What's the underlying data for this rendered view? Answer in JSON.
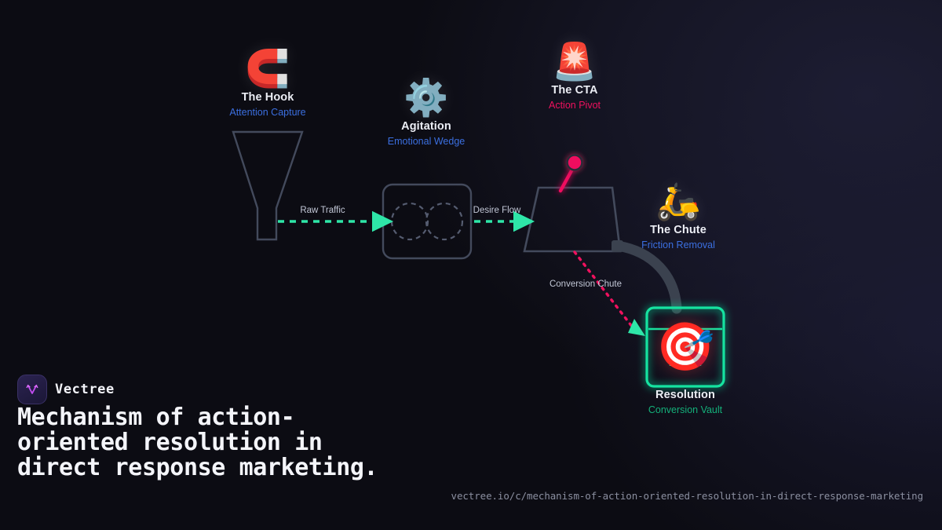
{
  "theme": {
    "background": "#0c0c13",
    "accent_teal": "#2ee6a8",
    "accent_pink": "#f0115e",
    "accent_blue": "#3b6fe0",
    "outline_gray": "#434a5c",
    "chute_gray": "#3b424f",
    "vault_green": "#14e3a0",
    "title_white": "#eceef5"
  },
  "diagram": {
    "nodes": [
      {
        "id": "hook",
        "icon": "magnet-icon",
        "emoji": "🧲",
        "title": "The Hook",
        "subtitle": "Attention Capture",
        "subtitle_color": "#3b6fe0"
      },
      {
        "id": "agitation",
        "icon": "gear-icon",
        "emoji": "⚙️",
        "title": "Agitation",
        "subtitle": "Emotional Wedge",
        "subtitle_color": "#3b6fe0"
      },
      {
        "id": "cta",
        "icon": "rotating-light-icon",
        "emoji": "🚨",
        "title": "The CTA",
        "subtitle": "Action Pivot",
        "subtitle_color": "#f0115e"
      },
      {
        "id": "chute",
        "icon": "slide-icon",
        "emoji": "🛵",
        "title": "The Chute",
        "subtitle": "Friction Removal",
        "subtitle_color": "#3b6fe0"
      },
      {
        "id": "resolution",
        "icon": "dart-target-icon",
        "emoji": "🎯",
        "title": "Resolution",
        "subtitle": "Conversion Vault",
        "subtitle_color": "#14b07a"
      }
    ],
    "edges": [
      {
        "id": "raw-traffic",
        "label": "Raw Traffic",
        "style": "dashed",
        "color": "#2ee6a8"
      },
      {
        "id": "desire-flow",
        "label": "Desire Flow",
        "style": "dashed",
        "color": "#2ee6a8"
      },
      {
        "id": "conversion-chute",
        "label": "Conversion Chute",
        "style": "dotted",
        "color": "#f0115e"
      }
    ]
  },
  "brand": {
    "name": "Vectree",
    "logo_icon": "vectree-logo-icon"
  },
  "headline": "Mechanism of action-oriented resolution in direct response marketing.",
  "footer": {
    "url": "vectree.io/c/mechanism-of-action-oriented-resolution-in-direct-response-marketing"
  }
}
